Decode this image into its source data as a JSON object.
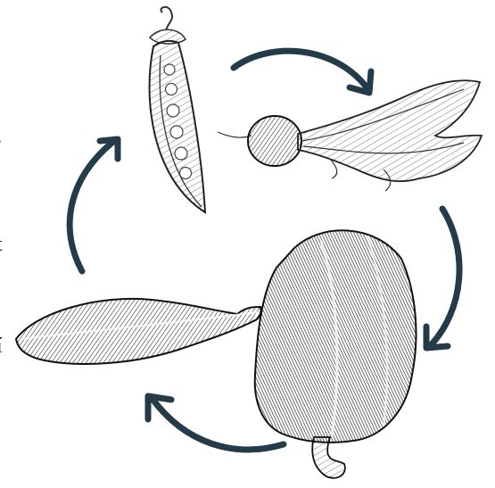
{
  "left_text_fragments": [
    ",",
    "t",
    "í"
  ],
  "arrow_color": "#243b4a",
  "cycle": [
    {
      "name": "pea-pod"
    },
    {
      "name": "beetroot"
    },
    {
      "name": "bell-pepper"
    },
    {
      "name": "leaf"
    }
  ]
}
